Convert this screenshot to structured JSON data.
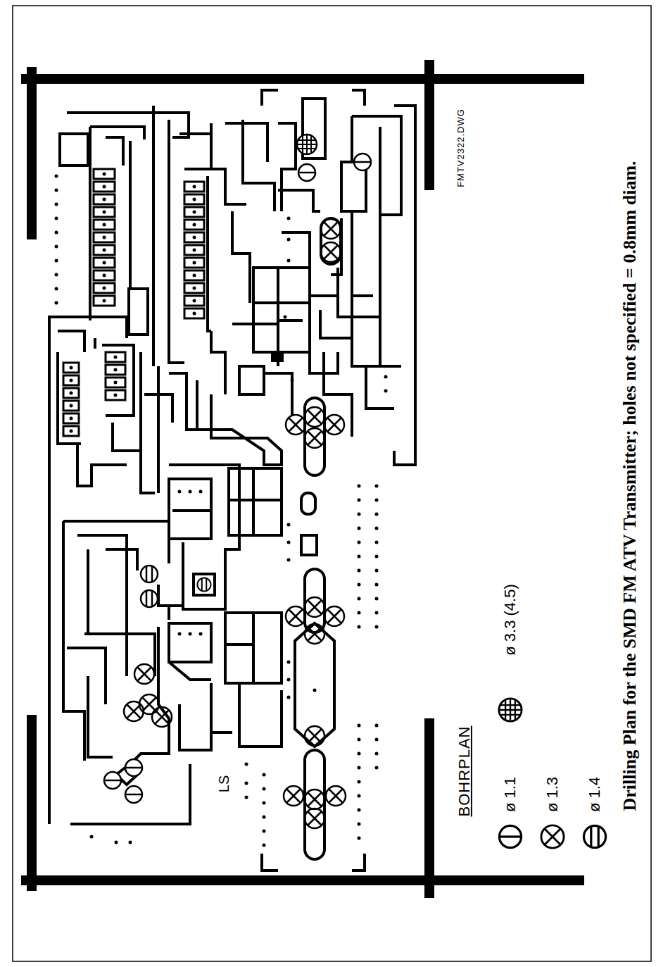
{
  "diagram": {
    "caption": "Drilling Plan for the SMD FM ATV Transmitter; holes not specified = 0.8mm diam.",
    "labels": [
      "FMTV2322.DWG",
      "BOHRPLAN",
      "LS"
    ],
    "legend": [
      {
        "text": "ø 1.1"
      },
      {
        "text": "ø 1.3"
      },
      {
        "text": "ø 1.4"
      },
      {
        "text": "ø 3.3 (4.5)"
      }
    ]
  }
}
